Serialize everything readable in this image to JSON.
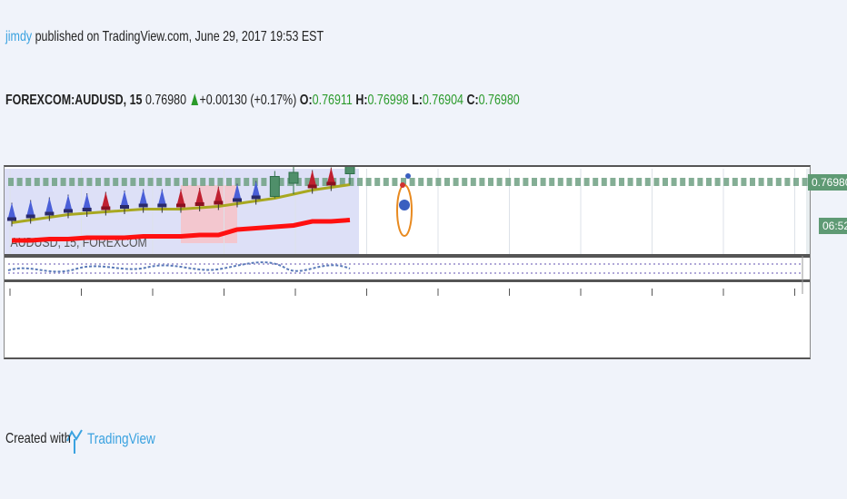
{
  "header": {
    "user": "jimdy",
    "published": " published on TradingView.com, June 29, 2017 19:53 EST"
  },
  "symbol": {
    "name": "FOREXCOM:AUDUSD, 15",
    "last": "0.76980",
    "change": "+0.00130 (+0.17%)",
    "o_label": "O:",
    "o": "0.76911",
    "h_label": "H:",
    "h": "0.76998",
    "l_label": "L:",
    "l": "0.76904",
    "c_label": "C:",
    "c": "0.76980"
  },
  "legend_text": "AUDUSD, 15, FOREXCOM",
  "price_axis": {
    "current_price": "0.76980",
    "timer": "06:52"
  },
  "footer": {
    "created": "Created with",
    "brand": "TradingView"
  },
  "colors": {
    "up": "#2a9a2a",
    "down": "#e02020",
    "link": "#3aa2e0",
    "ema": "#a8a820",
    "signal": "#ff1010",
    "tag": "#5f9a74"
  },
  "chart_data": {
    "type": "candlestick",
    "bar_colors": [
      "blue",
      "blue",
      "blue",
      "blue",
      "blue",
      "red",
      "blue",
      "blue",
      "blue",
      "red",
      "red",
      "red",
      "blue",
      "blue",
      "green",
      "green",
      "red",
      "red",
      "green"
    ],
    "ema_values": [
      0.7663,
      0.7665,
      0.7667,
      0.7669,
      0.767,
      0.7671,
      0.7672,
      0.7673,
      0.7673,
      0.7673,
      0.7674,
      0.7675,
      0.7677,
      0.7679,
      0.7681,
      0.7684,
      0.7687,
      0.7689,
      0.7691
    ],
    "signal_values": [
      0.765,
      0.765,
      0.7651,
      0.7651,
      0.7652,
      0.7652,
      0.7652,
      0.7653,
      0.7653,
      0.7653,
      0.7654,
      0.7654,
      0.7658,
      0.7659,
      0.766,
      0.7661,
      0.7664,
      0.7664,
      0.7665
    ]
  }
}
